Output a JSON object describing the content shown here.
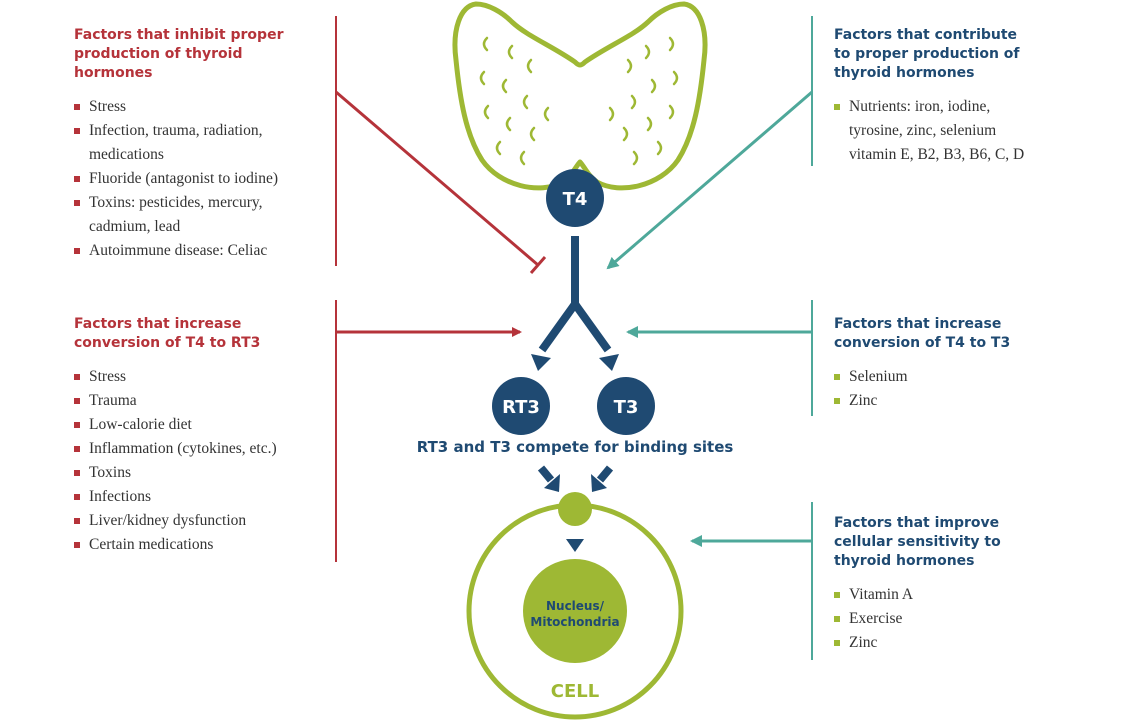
{
  "colors": {
    "red": "#b5333a",
    "teal": "#4ea89a",
    "navy": "#1f4a72",
    "olive": "#9eb834",
    "text": "#333333"
  },
  "nodes": {
    "t4": "T4",
    "rt3": "RT3",
    "t3": "T3",
    "nucleus": "Nucleus/\nMitochondria",
    "cell": "CELL"
  },
  "compete_caption": "RT3 and T3 compete for binding sites",
  "panels": {
    "inhibit": {
      "heading": "Factors that inhibit proper\nproduction of thyroid\nhormones",
      "items": [
        "Stress",
        "Infection, trauma, radiation,\nmedications",
        "Fluoride (antagonist to iodine)",
        "Toxins: pesticides, mercury,\ncadmium, lead",
        "Autoimmune disease: Celiac"
      ]
    },
    "contribute": {
      "heading": "Factors that contribute\nto proper production of\nthyroid hormones",
      "items": [
        "Nutrients: iron, iodine,\ntyrosine, zinc, selenium\nvitamin E, B2, B3, B6, C, D"
      ]
    },
    "rt3_increase": {
      "heading": "Factors that increase\nconversion of T4 to RT3",
      "items": [
        "Stress",
        "Trauma",
        "Low-calorie diet",
        "Inflammation (cytokines, etc.)",
        "Toxins",
        "Infections",
        "Liver/kidney dysfunction",
        "Certain medications"
      ]
    },
    "t3_increase": {
      "heading": "Factors that increase\nconversion of T4 to T3",
      "items": [
        "Selenium",
        "Zinc"
      ]
    },
    "sensitivity": {
      "heading": "Factors that improve\ncellular sensitivity to\nthyroid hormones",
      "items": [
        "Vitamin A",
        "Exercise",
        "Zinc"
      ]
    }
  }
}
